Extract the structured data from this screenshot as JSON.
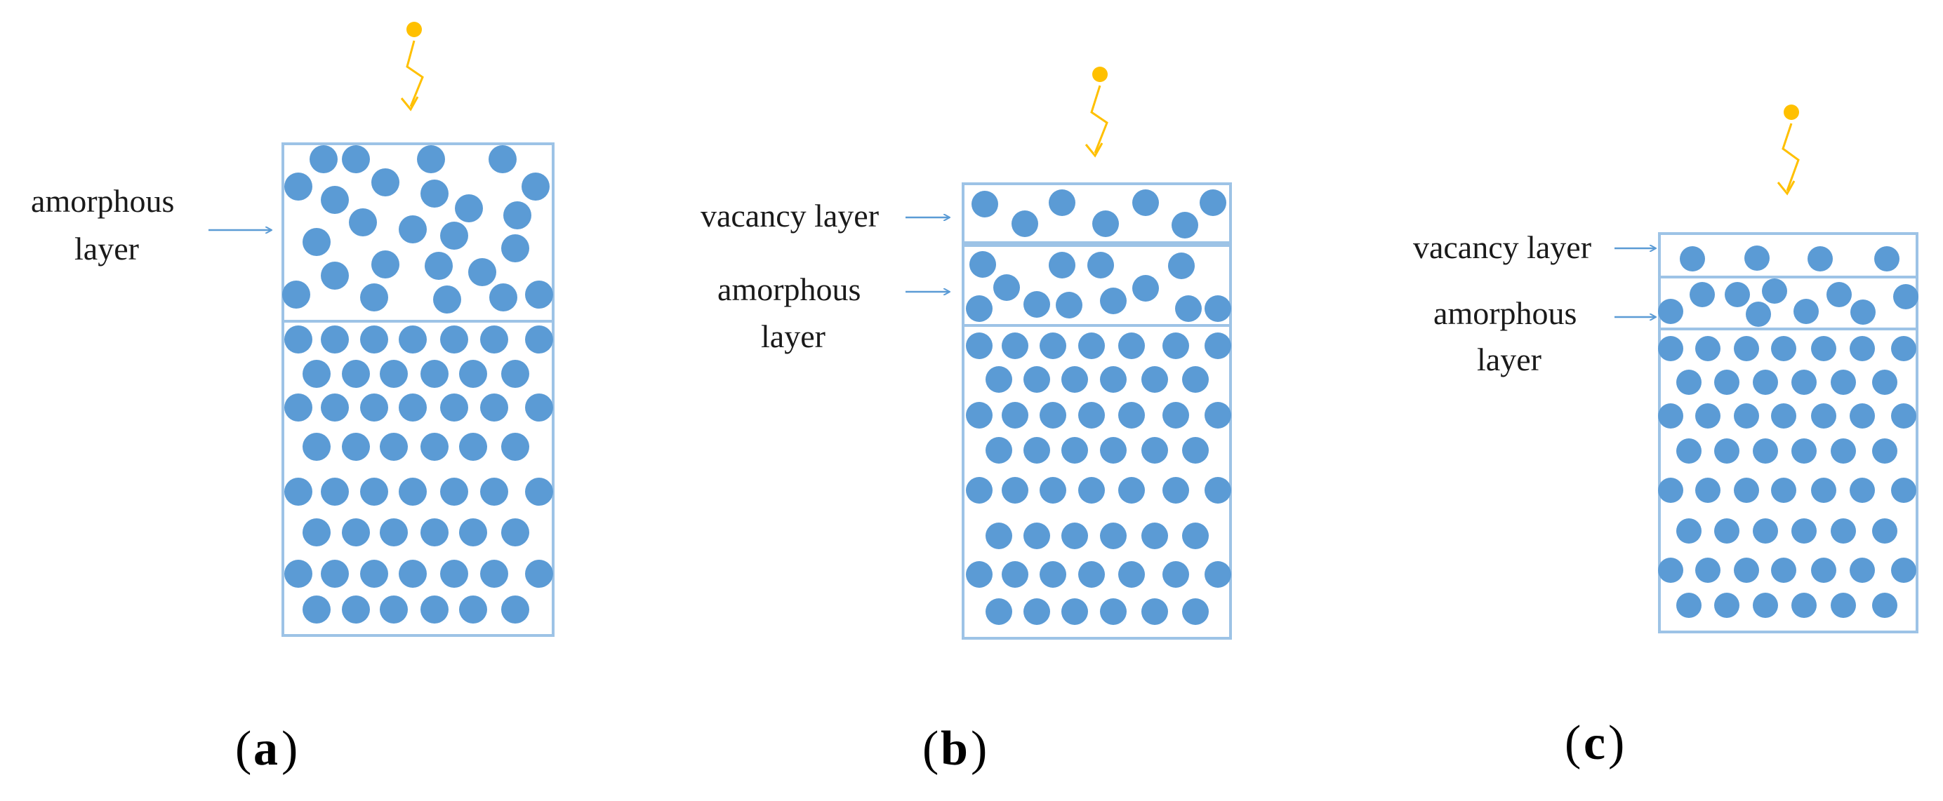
{
  "colors": {
    "atom": "#5b9bd5",
    "box_stroke": "#9dc3e6",
    "arrow": "#5b9bd5",
    "incident_particle": "#ffc000",
    "text": "#1a1a1a"
  },
  "panels": [
    {
      "id": "a",
      "caption": "a",
      "labels": {
        "amorphous": [
          "amorphous",
          "layer"
        ]
      }
    },
    {
      "id": "b",
      "caption": "b",
      "labels": {
        "vacancy": "vacancy layer",
        "amorphous": [
          "amorphous",
          "layer"
        ]
      }
    },
    {
      "id": "c",
      "caption": "c",
      "labels": {
        "vacancy": "vacancy layer",
        "amorphous": [
          "amorphous",
          "layer"
        ]
      }
    }
  ]
}
